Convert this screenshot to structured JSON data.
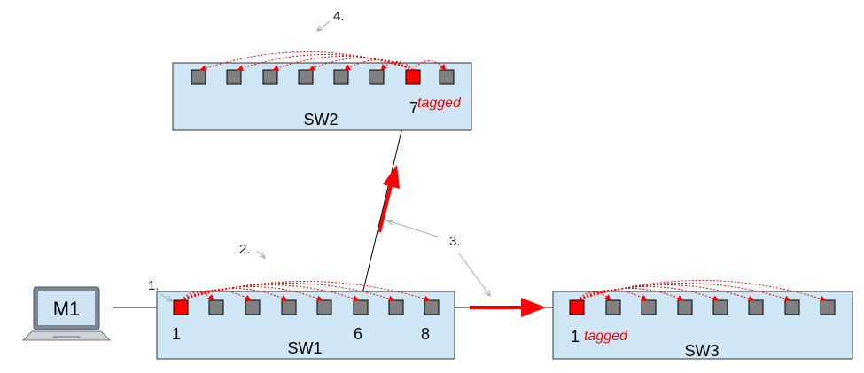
{
  "colors": {
    "switch_fill": "#cfe7f5",
    "port": "#808080",
    "port_active": "#ff0000",
    "arrow": "#ff0000",
    "annotation": "#aaaaaa",
    "laptop_screen": "#c8dff0"
  },
  "icons": {
    "computer": "laptop-icon"
  },
  "computer": {
    "label": "M1"
  },
  "switches": [
    {
      "id": "sw1",
      "label": "SW1",
      "port_labels": [
        "1",
        "6",
        "8"
      ]
    },
    {
      "id": "sw2",
      "label": "SW2",
      "port_labels": [
        "7"
      ],
      "tag": "tagged"
    },
    {
      "id": "sw3",
      "label": "SW3",
      "port_labels": [
        "1"
      ],
      "tag": "tagged"
    }
  ],
  "steps": [
    "1.",
    "2.",
    "3.",
    "4."
  ]
}
